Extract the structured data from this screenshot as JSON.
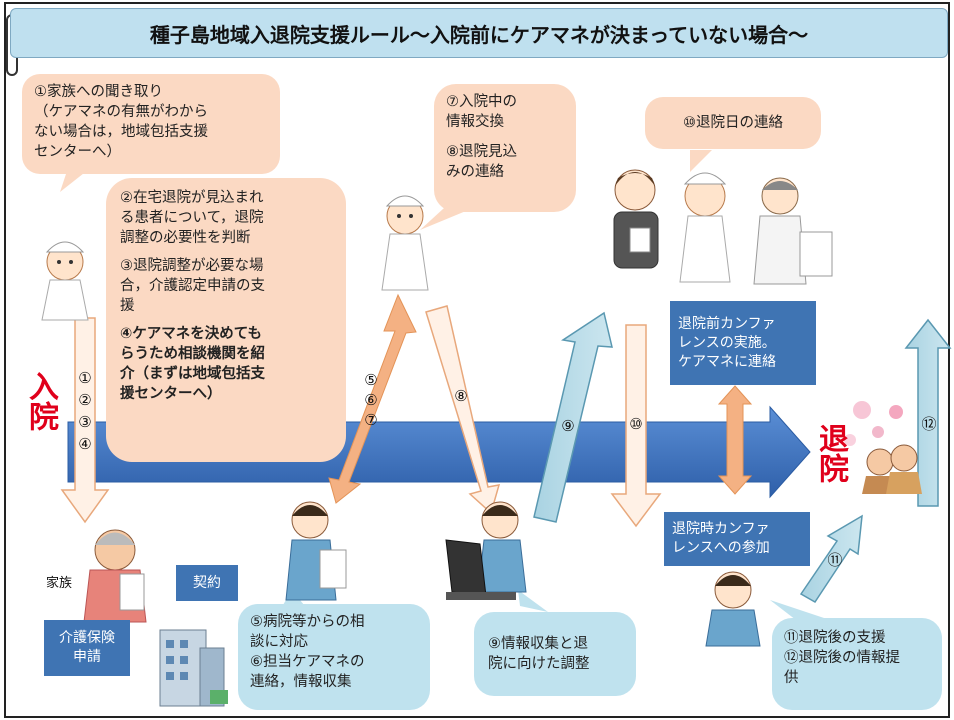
{
  "title": "種子島地域入退院支援ルール～入院前にケアマネが決まっていない場合～",
  "labels": {
    "admission": "入院",
    "discharge": "退院",
    "family": "家族"
  },
  "bubble1": {
    "line1": "①家族への聞き取り",
    "line2": "（ケアマネの有無がわから",
    "line3": "ない場合は，地域包括支援",
    "line4": "センターへ）"
  },
  "bubble2": {
    "p1a": "②在宅退院が見込まれ",
    "p1b": "る患者について，退院",
    "p1c": "調整の必要性を判断",
    "p2a": "③退院調整が必要な場",
    "p2b": "合，介護認定申請の支",
    "p2c": "援",
    "p3a": "④ケアマネを決めても",
    "p3b": "らうため相談機関を紹",
    "p3c": "介（まずは地域包括支",
    "p3d": "援センターへ）"
  },
  "bubble3": {
    "p1a": "⑦入院中の",
    "p1b": "情報交換",
    "p2a": "⑧退院見込",
    "p2b": "みの連絡"
  },
  "bubble4": {
    "text": "⑩退院日の連絡"
  },
  "bubble5": {
    "p1a": "⑤病院等からの相",
    "p1b": "談に対応",
    "p2a": "⑥担当ケアマネの",
    "p2b": "連絡，情報収集"
  },
  "bubble6": {
    "l1": "⑨情報収集と退",
    "l2": "院に向けた調整"
  },
  "bubble7": {
    "l1": "⑪退院後の支援",
    "l2": "⑫退院後の情報提",
    "l3": "供"
  },
  "boxes": {
    "contract": "契約",
    "care_insurance_1": "介護保険",
    "care_insurance_2": "申請",
    "pre_conf_1": "退院前カンファ",
    "pre_conf_2": "レンスの実施。",
    "pre_conf_3": "ケアマネに連絡",
    "disch_conf_1": "退院時カンファ",
    "disch_conf_2": "レンスへの参加"
  },
  "arrow_labels": {
    "a1": "①",
    "a2": "②",
    "a3": "③",
    "a4": "④",
    "a5": "⑤",
    "a6": "⑥",
    "a7": "⑦",
    "a8": "⑧",
    "a9": "⑨",
    "a10": "⑩",
    "a11": "⑪",
    "a12": "⑫"
  },
  "colors": {
    "title_bg": "#bfe0ef",
    "peach": "#fbd9c3",
    "light_blue": "#bfe2ee",
    "blue_box": "#3f74b3",
    "main_arrow": "#3b6fc2",
    "red": "#e0001b",
    "orange_arrow": "#f4b183",
    "teal_arrow": "#b7d9e6"
  },
  "icons": [
    "nurse-icon",
    "care-manager-icon",
    "family-elder-icon",
    "doctor-icon",
    "building-icon",
    "computer-icon",
    "flower-icon",
    "elderly-couple-icon"
  ]
}
